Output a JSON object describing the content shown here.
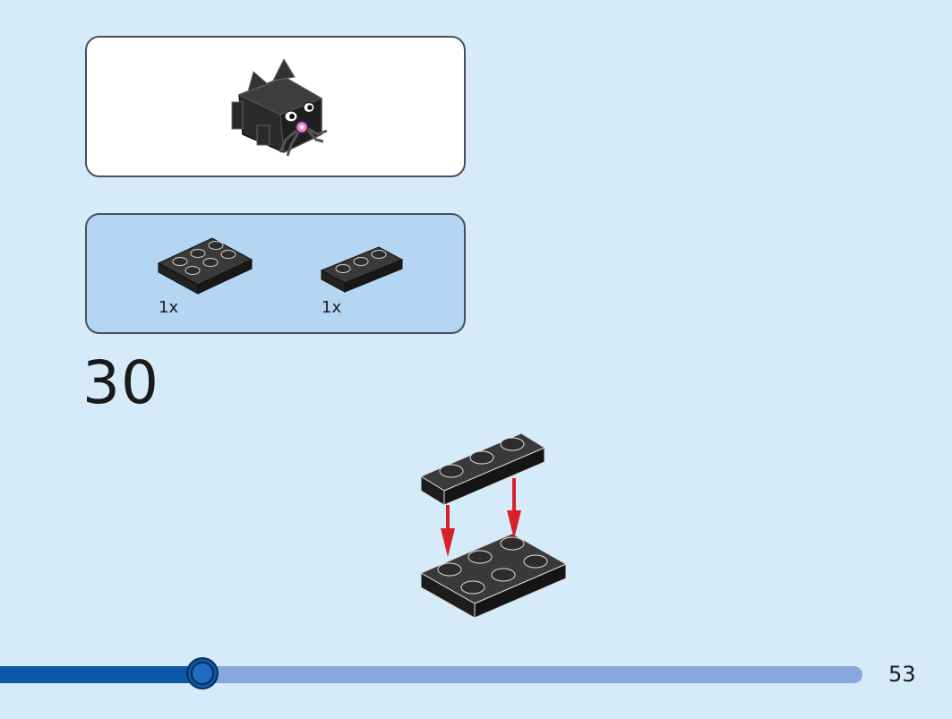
{
  "parts": [
    {
      "name": "black-plate-2x3",
      "quantity": "1x"
    },
    {
      "name": "black-plate-1x3",
      "quantity": "1x"
    }
  ],
  "step": {
    "number": "30"
  },
  "progress": {
    "fraction": 0.235
  },
  "page": {
    "number": "53"
  },
  "colors": {
    "background": "#d6ebf9",
    "parts_panel": "#b4d6f2",
    "brick": "#2b2b2b",
    "arrow": "#d8202a",
    "progress_fill": "#0c57a8",
    "progress_track": "#87a8dc"
  }
}
